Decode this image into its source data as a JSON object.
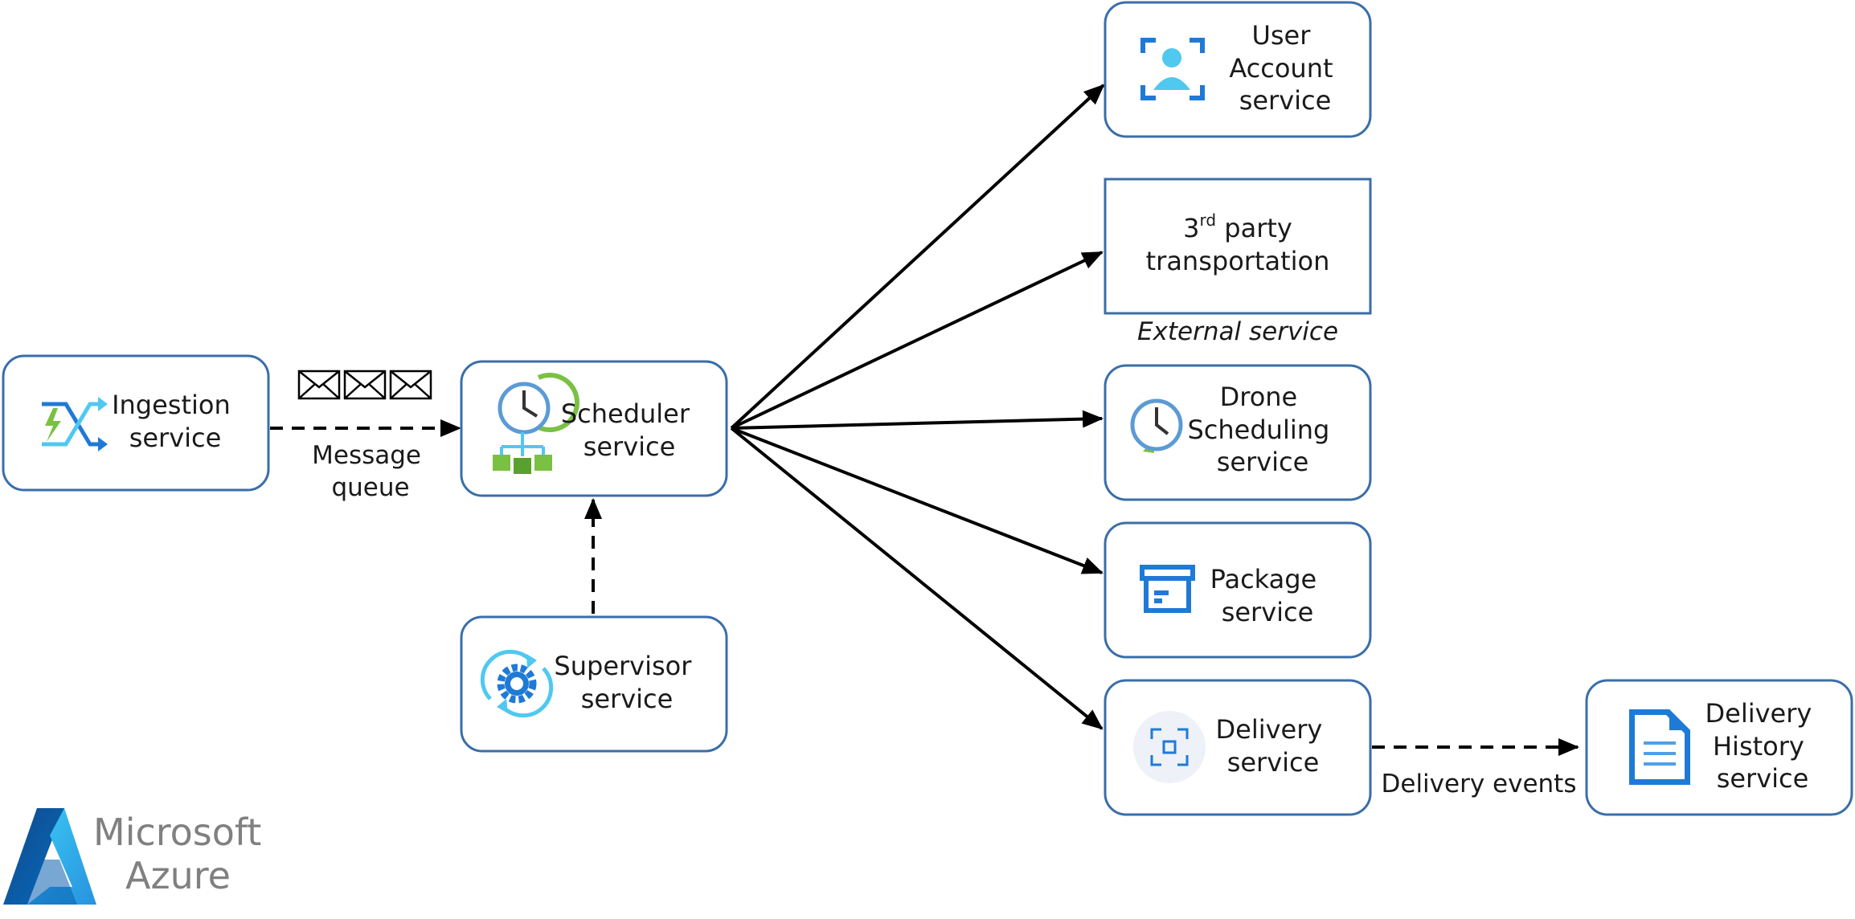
{
  "services": {
    "ingestion": {
      "line1": "Ingestion",
      "line2": "service"
    },
    "scheduler": {
      "line1": "Scheduler",
      "line2": "service"
    },
    "supervisor": {
      "line1": "Supervisor",
      "line2": "service"
    },
    "user_account": {
      "line1": "User",
      "line2": "Account",
      "line3": "service"
    },
    "third_party": {
      "num": "3",
      "sup": "rd",
      "word": " party",
      "line2": "transportation",
      "caption": "External service"
    },
    "drone_scheduling": {
      "line1": "Drone",
      "line2": "Scheduling",
      "line3": "service"
    },
    "package": {
      "line1": "Package",
      "line2": "service"
    },
    "delivery": {
      "line1": "Delivery",
      "line2": "service"
    },
    "delivery_history": {
      "line1": "Delivery",
      "line2": "History",
      "line3": "service"
    }
  },
  "connectors": {
    "message_queue": {
      "line1": "Message",
      "line2": "queue"
    },
    "delivery_events": "Delivery events"
  },
  "logo": {
    "line1": "Microsoft",
    "line2": "Azure"
  },
  "colors": {
    "box_border": "#3a6ea8",
    "arrow": "#000000",
    "icon_blue": "#1f7ad6",
    "icon_cyan": "#50c8f0",
    "icon_green": "#7ac143",
    "logo_text": "#808080"
  },
  "icons": {
    "ingestion": "shuffle-bolt-icon",
    "scheduler": "clock-hierarchy-icon",
    "supervisor": "gear-sync-icon",
    "user_account": "user-frame-icon",
    "drone_scheduling": "clock-refresh-icon",
    "package": "package-box-icon",
    "delivery": "focus-frame-icon",
    "delivery_history": "document-icon",
    "envelope": "envelope-icon",
    "logo": "azure-logo-icon"
  }
}
